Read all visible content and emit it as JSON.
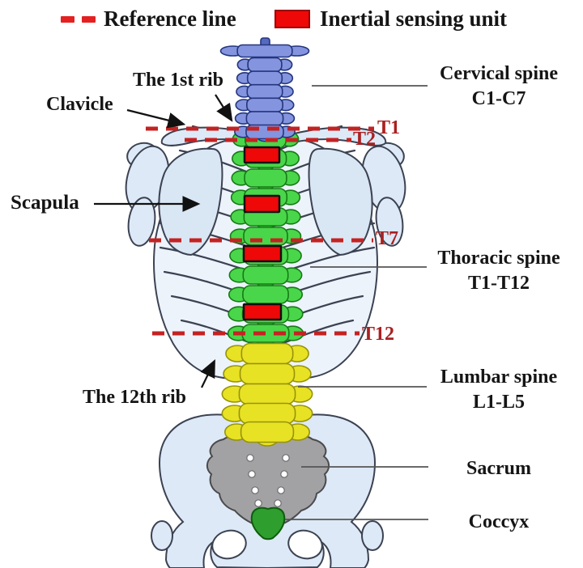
{
  "legend": {
    "reference_line_label": "Reference line",
    "sensor_label": "Inertial sensing unit"
  },
  "labels": {
    "first_rib": "The 1st rib",
    "clavicle": "Clavicle",
    "scapula": "Scapula",
    "twelfth_rib": "The 12th rib",
    "cervical": {
      "line1": "Cervical spine",
      "line2": "C1-C7"
    },
    "thoracic": {
      "line1": "Thoracic spine",
      "line2": "T1-T12"
    },
    "lumbar": {
      "line1": "Lumbar spine",
      "line2": "L1-L5"
    },
    "sacrum": "Sacrum",
    "coccyx": "Coccyx"
  },
  "reference_lines": {
    "t1": "T1",
    "t2": "T2",
    "t7": "T7",
    "t12": "T12"
  },
  "sensor_count": 4,
  "colors": {
    "cervical": "#8494de",
    "cervical_stroke": "#23357d",
    "thoracic": "#4ad64a",
    "thoracic_stroke": "#157a15",
    "lumbar": "#e8e224",
    "lumbar_stroke": "#96930a",
    "sacrum": "#a2a2a4",
    "sacrum_stroke": "#4a4a4c",
    "coccyx": "#2e9e2e",
    "coccyx_stroke": "#0d5c0d",
    "sensor": "#ee0808",
    "reference_line": "#c52222",
    "bone_fill": "#dde9f6",
    "bone_stroke": "#3b4252"
  }
}
